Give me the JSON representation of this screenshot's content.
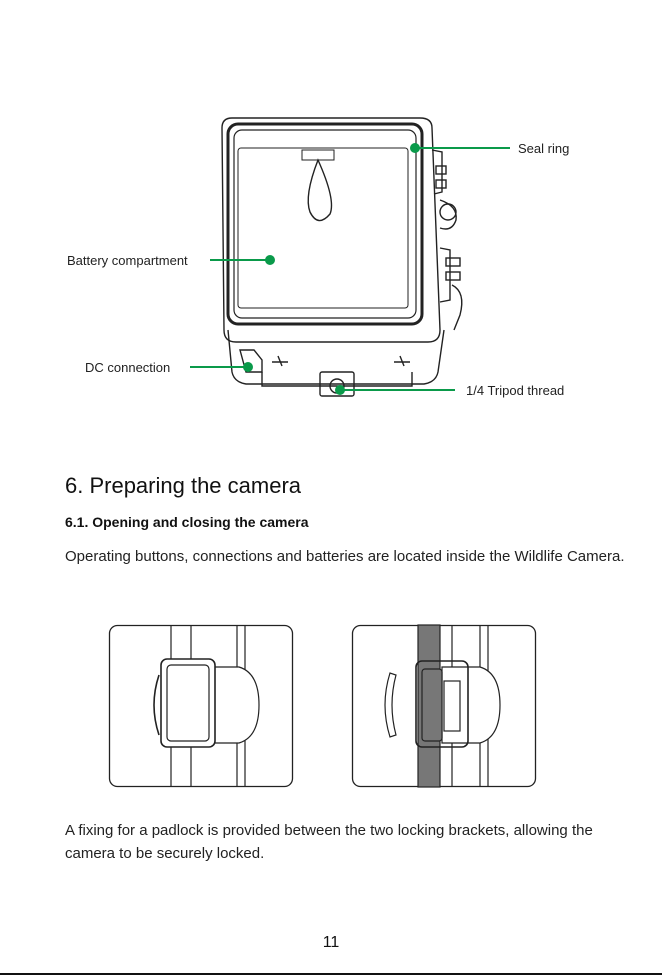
{
  "diagram": {
    "labels": {
      "seal_ring": "Seal ring",
      "battery_compartment": "Battery compartment",
      "dc_connection": "DC connection",
      "tripod_thread": "1/4 Tripod thread"
    },
    "callout_color": "#0a9a4a"
  },
  "section": {
    "heading": "6. Preparing the camera",
    "subheading": "6.1. Opening and closing the camera",
    "intro": "Operating buttons, connections and batteries are located inside the Wildlife Camera.",
    "padlock_note": "A fixing for a padlock is provided between the two locking brackets, allowing the camera to be securely locked."
  },
  "page_number": "11"
}
